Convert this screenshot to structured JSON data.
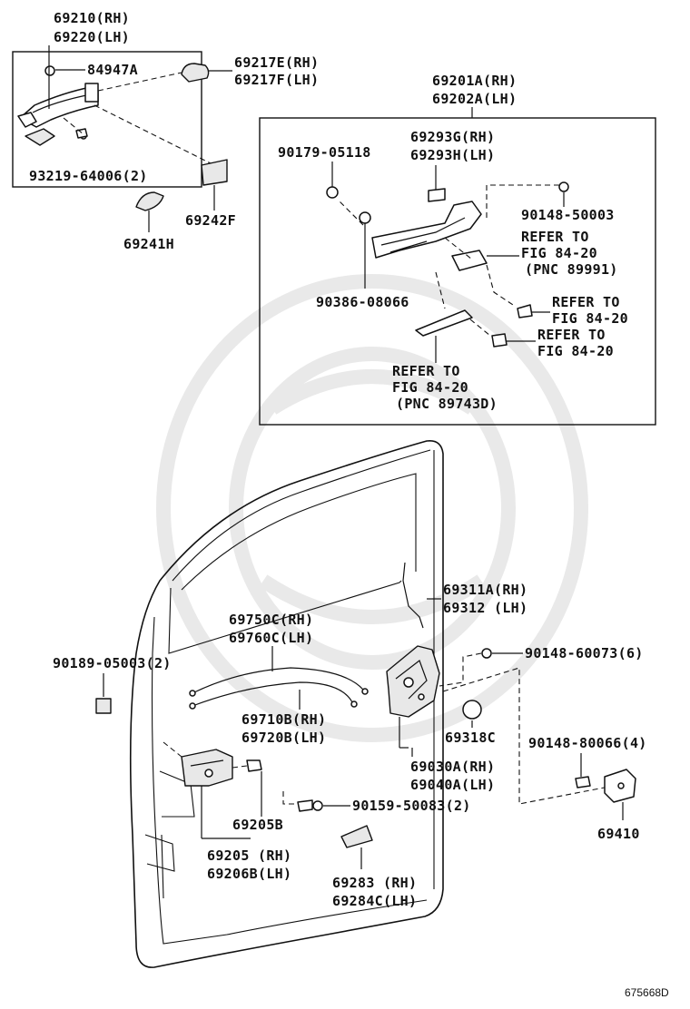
{
  "labels": {
    "handle_rh": "69210(RH)",
    "handle_lh": "69220(LH)",
    "p84947a": "84947A",
    "p93219": "93219-64006(2)",
    "cover_rh": "69217E(RH)",
    "cover_lh": "69217F(LH)",
    "p69242f": "69242F",
    "p69241h": "69241H",
    "frame_rh": "69201A(RH)",
    "frame_lh": "69202A(LH)",
    "p90179": "90179-05118",
    "sub_rh": "69293G(RH)",
    "sub_lh": "69293H(LH)",
    "p90148_50003": "90148-50003",
    "ref1_l1": "REFER TO",
    "ref1_l2": "FIG 84-20",
    "ref1_l3": "(PNC 89991)",
    "p90386": "90386-08066",
    "ref2_l1": "REFER TO",
    "ref2_l2": "FIG 84-20",
    "ref3_l1": "REFER TO",
    "ref3_l2": "FIG 84-20",
    "ref4_l1": "REFER TO",
    "ref4_l2": "FIG 84-20",
    "ref4_l3": "(PNC 89743D)",
    "rod_rh": "69311A(RH)",
    "rod_lh": "69312 (LH)",
    "cable1_rh": "69750C(RH)",
    "cable1_lh": "69760C(LH)",
    "p90189": "90189-05003(2)",
    "p90148_60073": "90148-60073(6)",
    "cable2_rh": "69710B(RH)",
    "cable2_lh": "69720B(LH)",
    "p69318c": "69318C",
    "lock_rh": "69030A(RH)",
    "lock_lh": "69040A(LH)",
    "p90148_80066": "90148-80066(4)",
    "p69205b": "69205B",
    "p90159": "90159-50083(2)",
    "p69410": "69410",
    "inner_rh": "69205 (RH)",
    "inner_lh": "69206B(LH)",
    "pad_rh": "69283 (RH)",
    "pad_lh": "69284C(LH)",
    "figure_id": "675668D"
  }
}
